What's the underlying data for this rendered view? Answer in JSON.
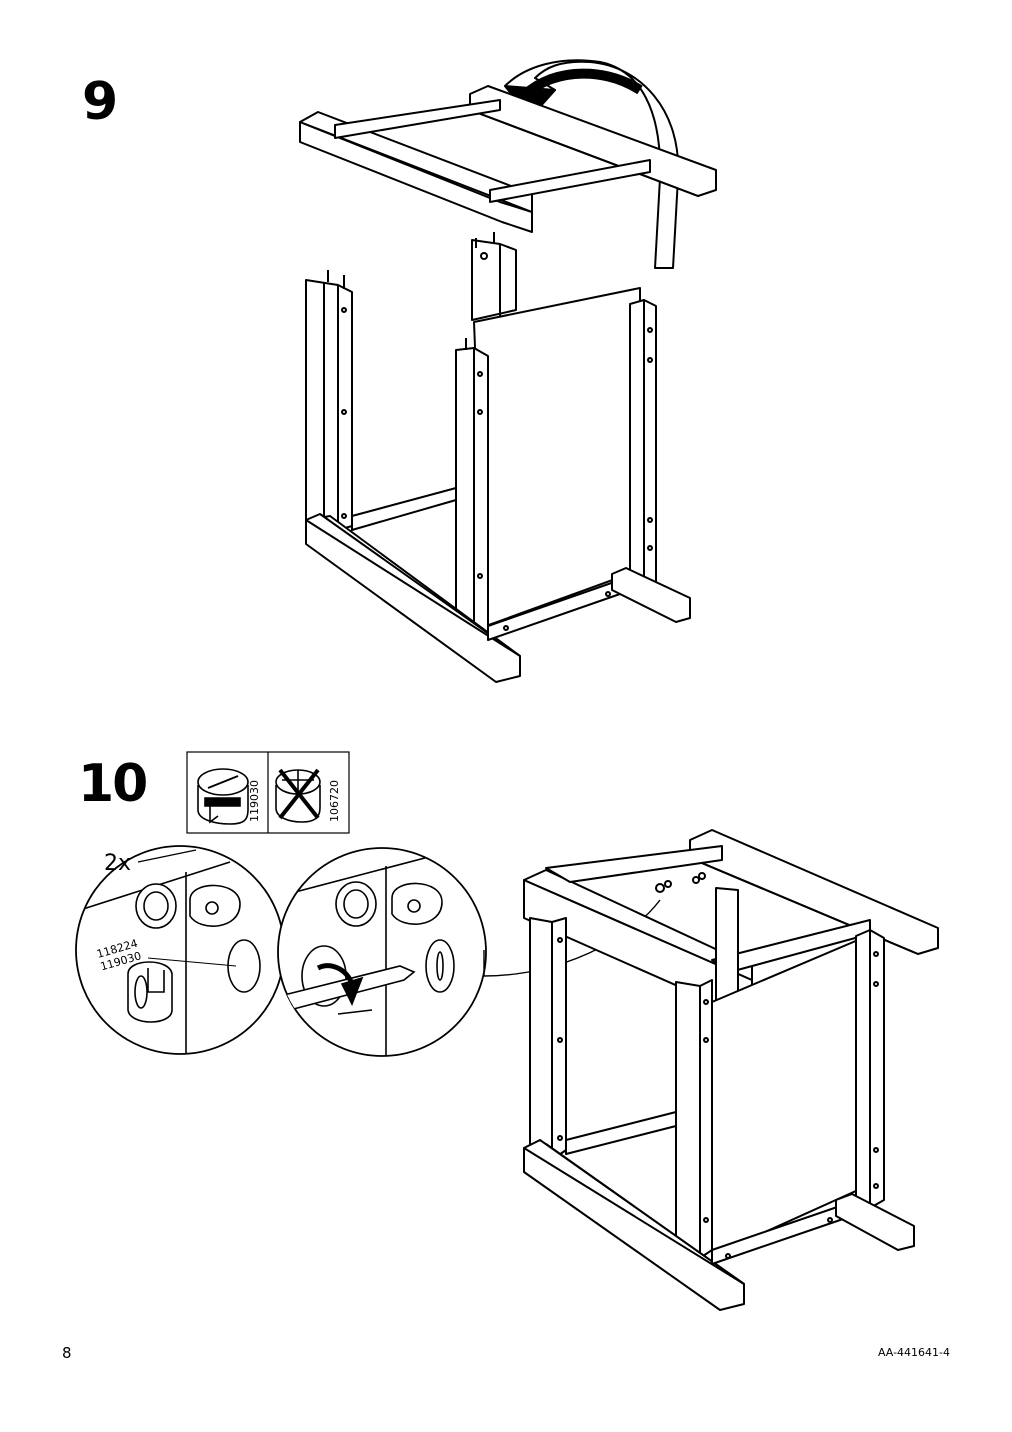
{
  "page": {
    "number": "8",
    "doc_id": "AA-441641-4"
  },
  "step9": {
    "number": "9"
  },
  "step10": {
    "number": "10",
    "parts_box": {
      "use_part": "119030",
      "avoid_part": "106720"
    },
    "quantity": "2x",
    "cam_labels": [
      "118224",
      "119030"
    ]
  },
  "icons": {
    "rotate": "curved-arrow-icon",
    "cam_lock": "cam-lock-icon",
    "no_cam_lock": "crossed-cam-lock-icon",
    "screwdriver": "screwdriver-icon"
  }
}
